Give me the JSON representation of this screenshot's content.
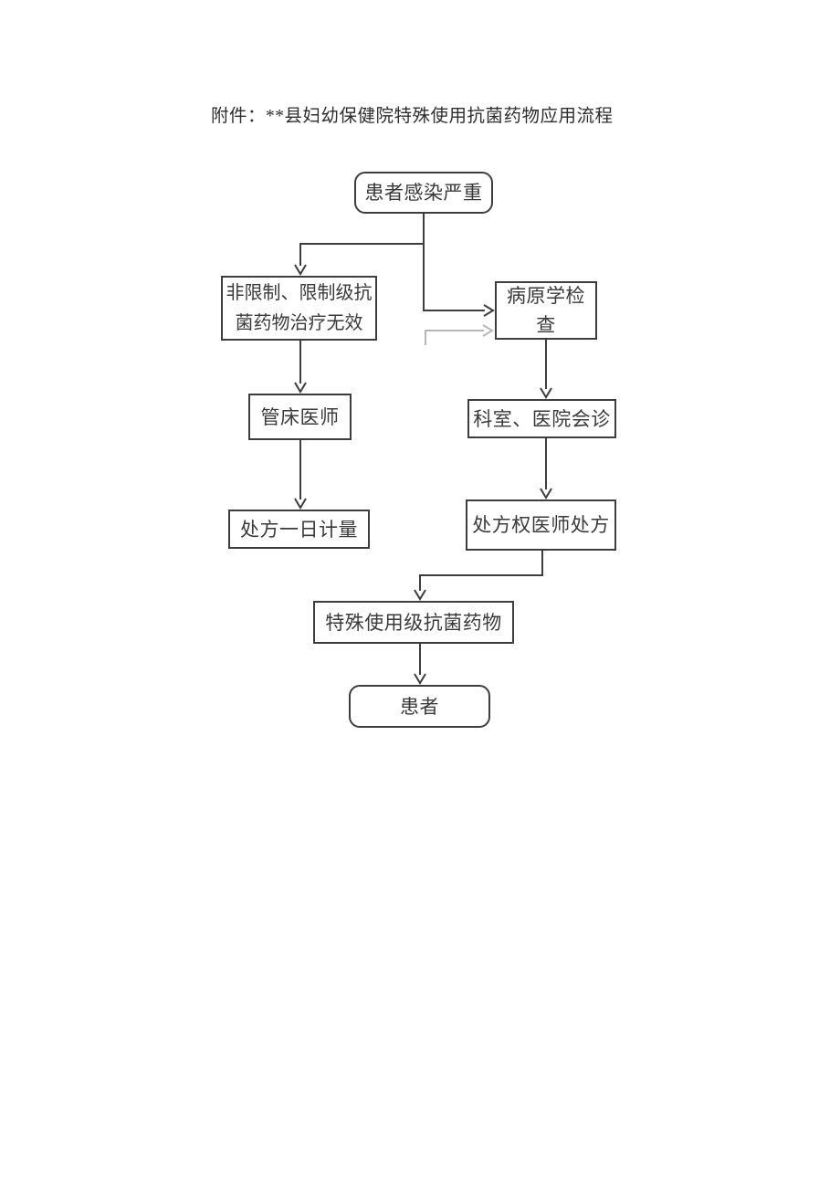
{
  "page": {
    "title": "附件：**县妇幼保健院特殊使用抗菌药物应用流程"
  },
  "flowchart": {
    "nodes": {
      "start": {
        "label": "患者感染严重",
        "shape": "rounded-rectangle"
      },
      "ineffective": {
        "label": "非限制、限制级抗菌药物治疗无效",
        "shape": "rectangle"
      },
      "etiology": {
        "label": "病原学检查",
        "shape": "rectangle"
      },
      "bed_doctor": {
        "label": "管床医师",
        "shape": "rectangle"
      },
      "consultation": {
        "label": "科室、医院会诊",
        "shape": "rectangle"
      },
      "daily_dose": {
        "label": "处方一日计量",
        "shape": "rectangle"
      },
      "prescriber": {
        "label": "处方权医师处方",
        "shape": "rectangle"
      },
      "special_drug": {
        "label": "特殊使用级抗菌药物",
        "shape": "rectangle"
      },
      "patient": {
        "label": "患者",
        "shape": "rounded-rectangle"
      }
    },
    "colors": {
      "line": "#3d3d3d",
      "ghost_line": "#b6b6b6",
      "box_border": "#3d3d3d",
      "text": "#3a3a3a",
      "background": "#ffffff"
    }
  }
}
